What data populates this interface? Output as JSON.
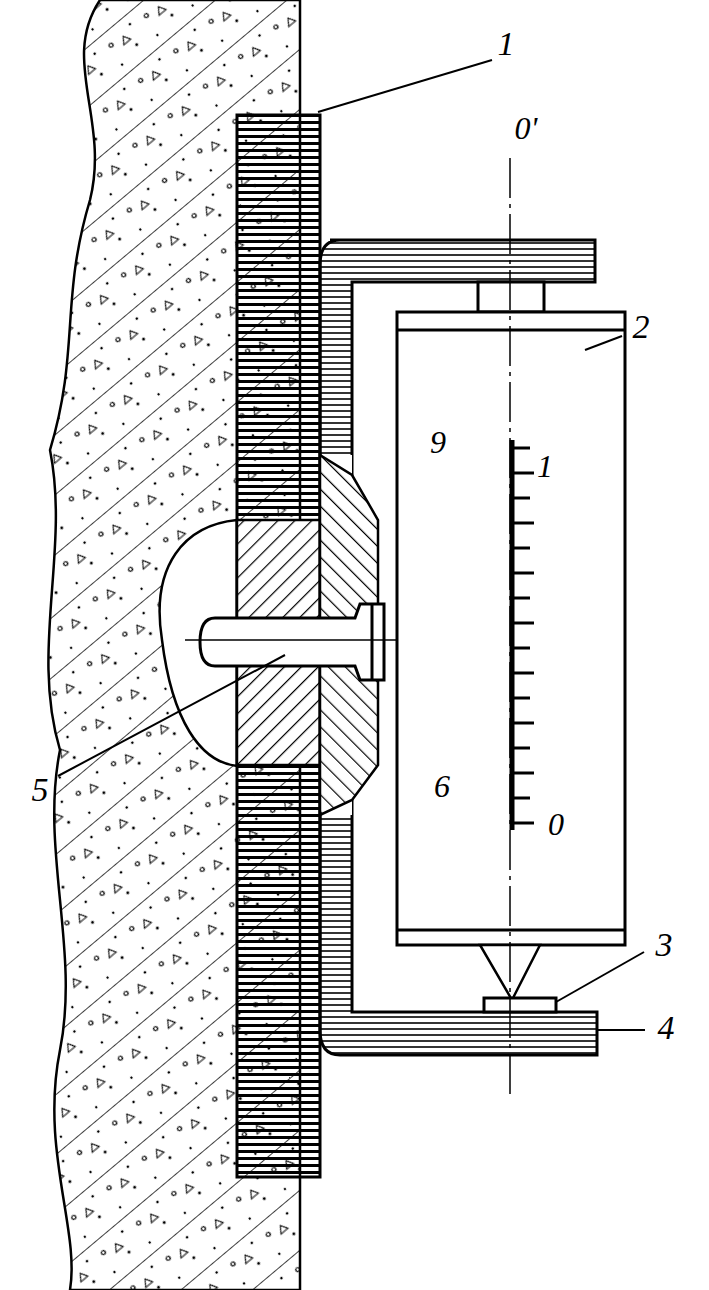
{
  "diagram": {
    "labels": [
      "1",
      "0'",
      "9",
      "1",
      "2",
      "6",
      "0",
      "3",
      "4",
      "5"
    ]
  }
}
